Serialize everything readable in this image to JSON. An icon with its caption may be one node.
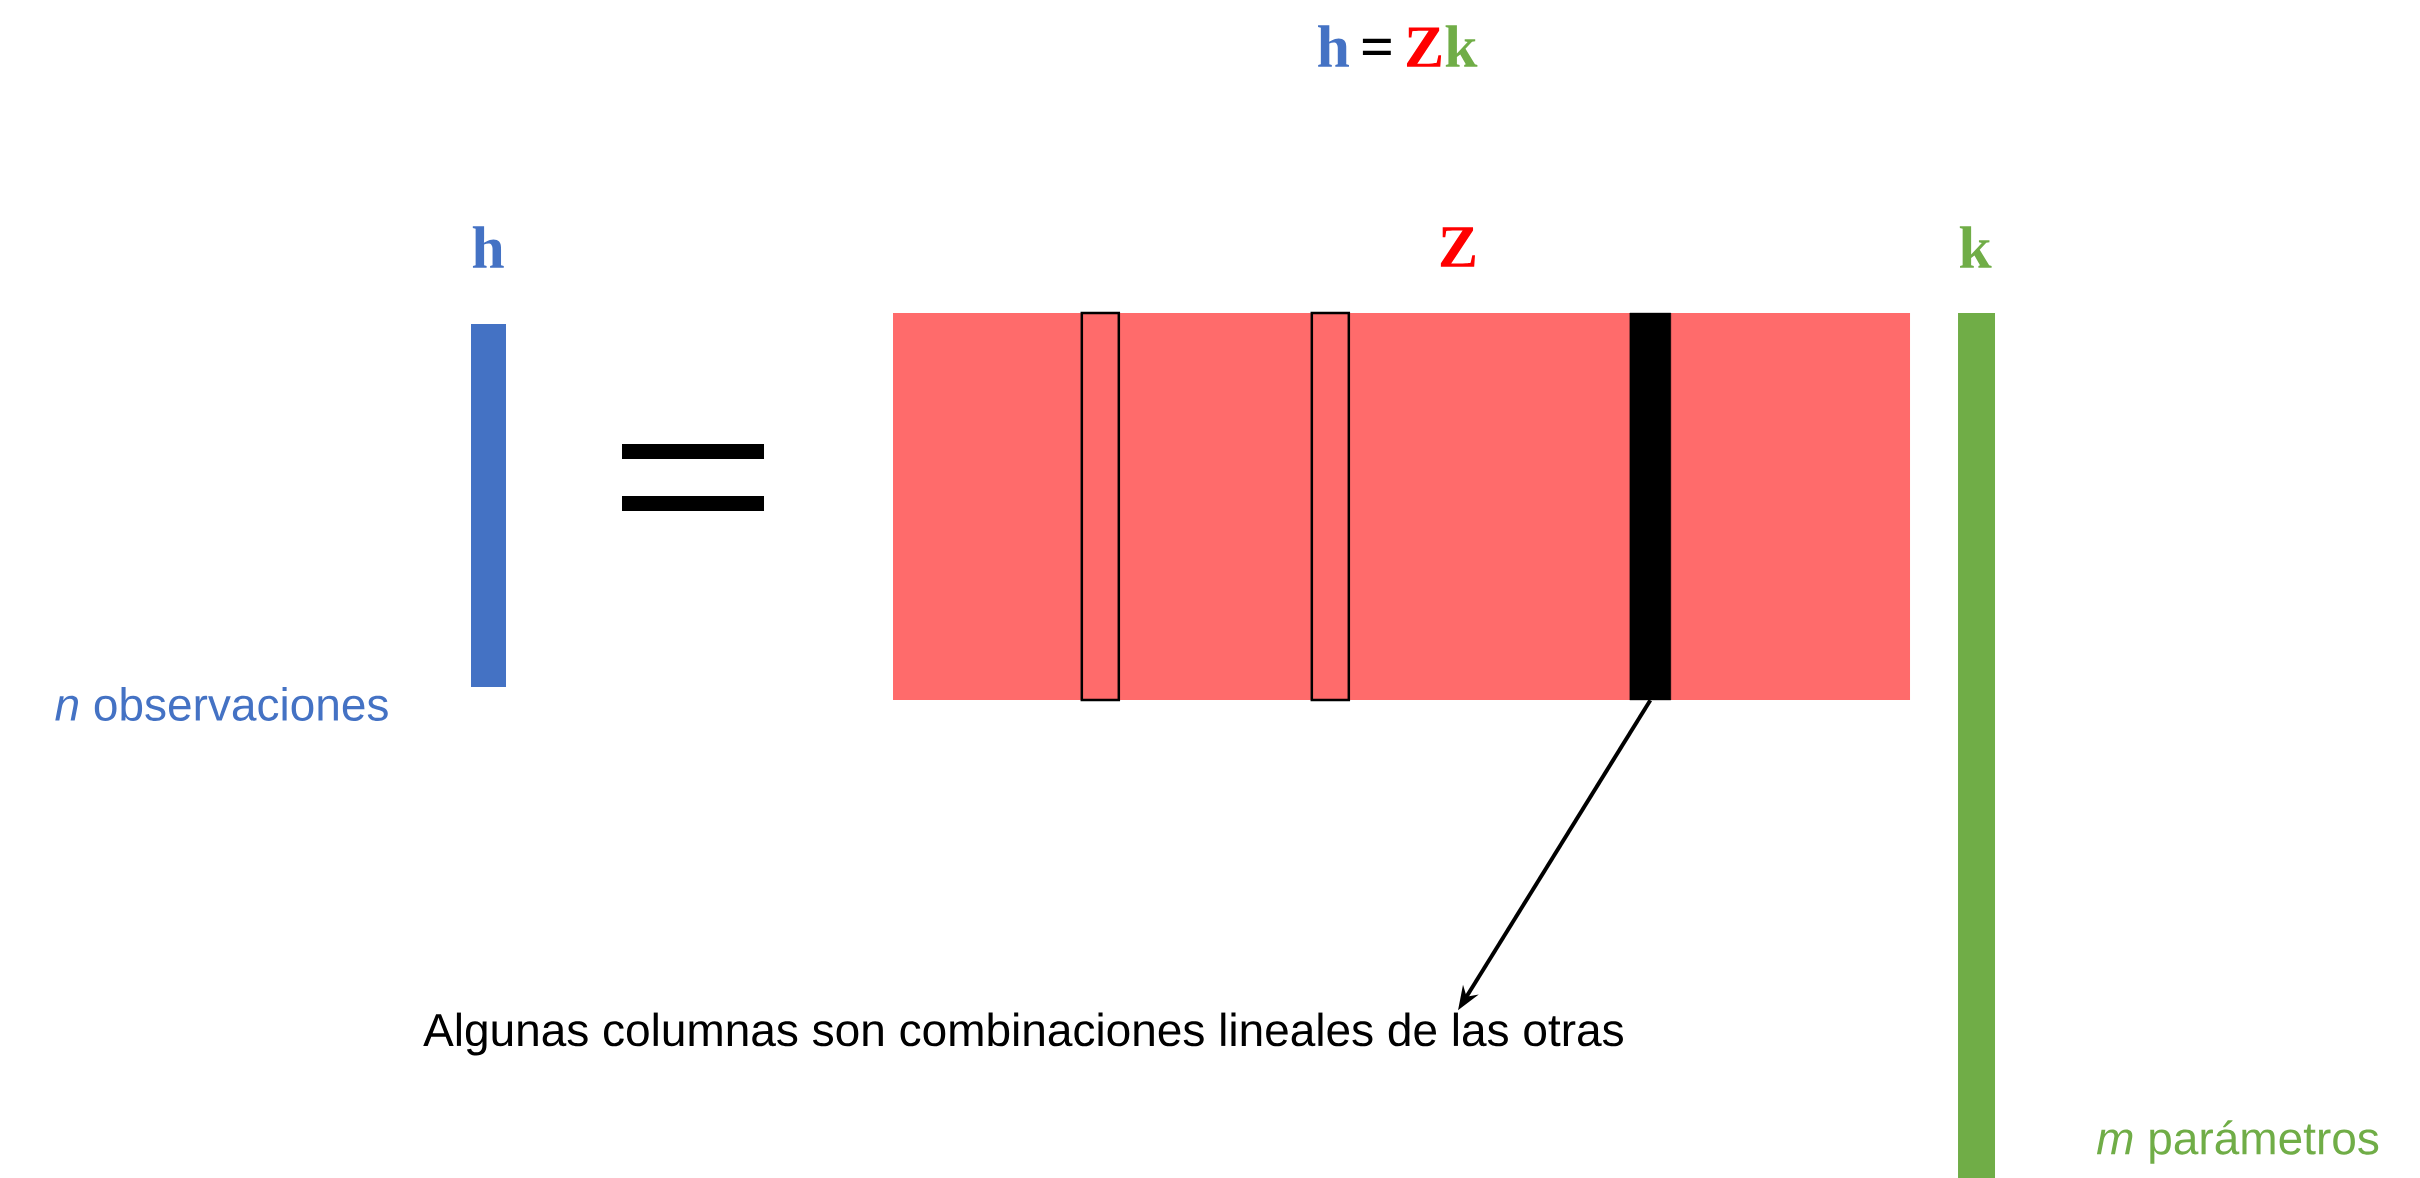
{
  "diagram": {
    "nodes": [
      {
        "text": [
          "h"
        ],
        "beside": [
          "*n* observaciones"
        ]
      },
      {
        "text": [
          "Z"
        ]
      },
      {
        "text": [],
        "shape": "box",
        "in": 1
      },
      {
        "text": [],
        "shape": "box",
        "in": 1
      },
      {
        "text": [],
        "shape": "bar",
        "in": 1
      },
      {
        "text": [
          "k"
        ],
        "beside": [
          "*m* parámetros"
        ]
      },
      {
        "text": [
          "Algunas columnas son combinaciones lineales de las otras"
        ]
      }
    ],
    "edges": [
      {
        "from": 4,
        "to": 6,
        "arrow": "to"
      }
    ],
    "labels": [
      "h",
      "=",
      "Z",
      "k"
    ]
  }
}
